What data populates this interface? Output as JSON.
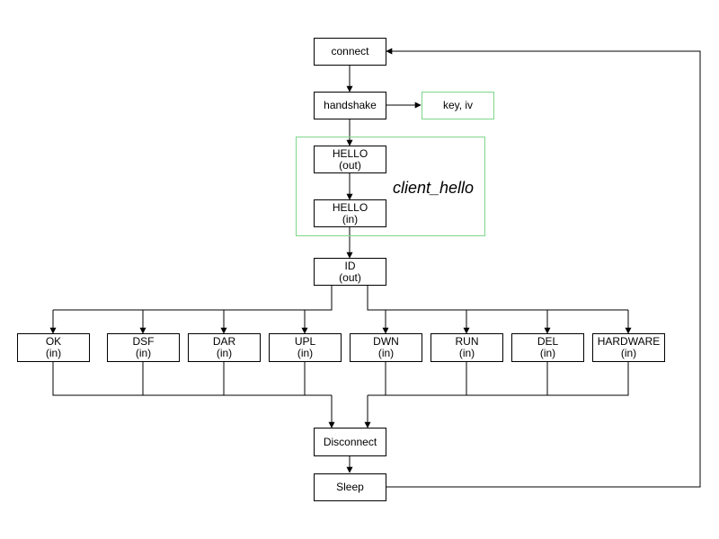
{
  "diagram": {
    "nodes": {
      "connect": {
        "line1": "connect"
      },
      "handshake": {
        "line1": "handshake"
      },
      "keyiv": {
        "line1": "key, iv"
      },
      "hello_out": {
        "line1": "HELLO",
        "line2": "(out)"
      },
      "hello_in": {
        "line1": "HELLO",
        "line2": "(in)"
      },
      "id_out": {
        "line1": "ID",
        "line2": "(out)"
      },
      "ok": {
        "line1": "OK",
        "line2": "(in)"
      },
      "dsf": {
        "line1": "DSF",
        "line2": "(in)"
      },
      "dar": {
        "line1": "DAR",
        "line2": "(in)"
      },
      "upl": {
        "line1": "UPL",
        "line2": "(in)"
      },
      "dwn": {
        "line1": "DWN",
        "line2": "(in)"
      },
      "run": {
        "line1": "RUN",
        "line2": "(in)"
      },
      "del": {
        "line1": "DEL",
        "line2": "(in)"
      },
      "hardware": {
        "line1": "HARDWARE",
        "line2": "(in)"
      },
      "disconnect": {
        "line1": "Disconnect"
      },
      "sleep": {
        "line1": "Sleep"
      }
    },
    "group_label": "client_hello",
    "colors": {
      "group_border": "#7ed68a",
      "node_border": "#000000",
      "arrow": "#000000"
    }
  }
}
